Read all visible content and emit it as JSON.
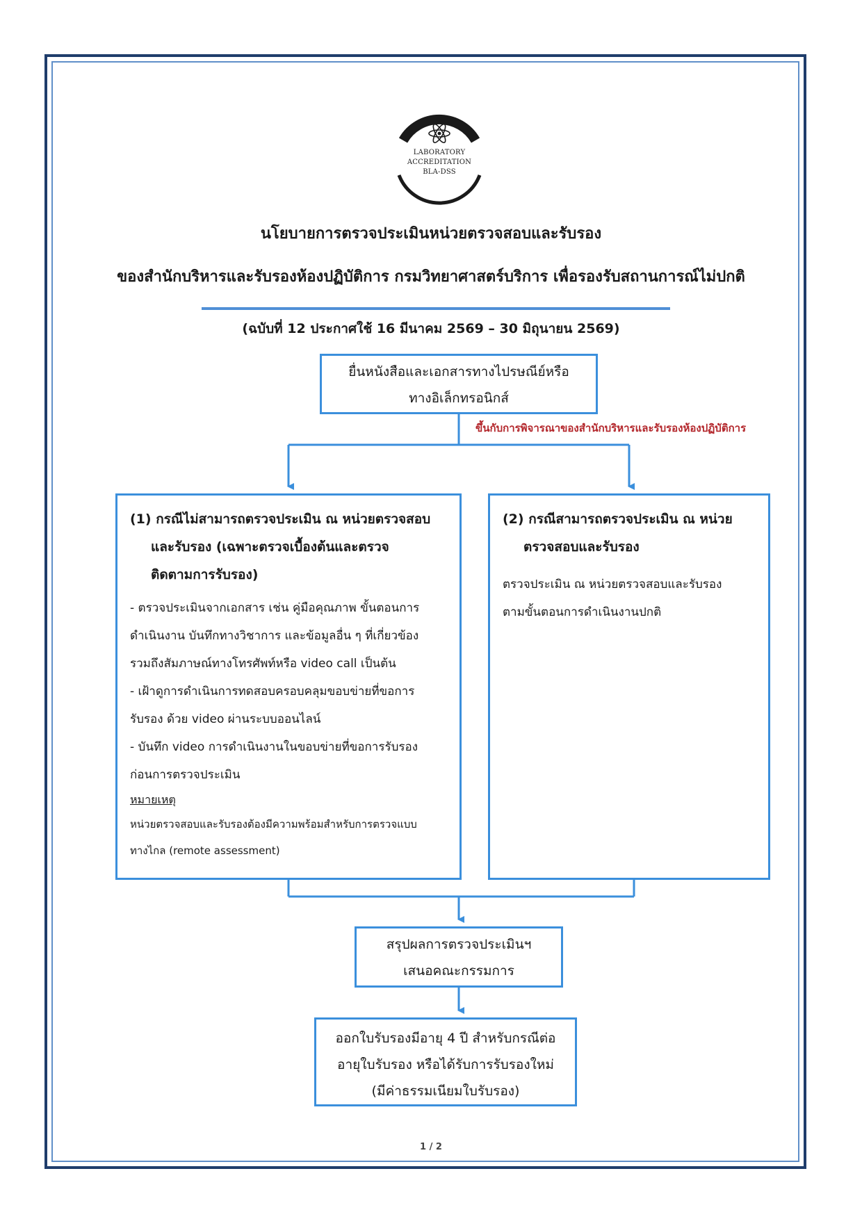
{
  "logo": {
    "line1": "LABORATORY ACCREDITATION",
    "line2": "BLA-DSS",
    "icon": "atom-icon"
  },
  "header": {
    "title_line1": "นโยบายการตรวจประเมินหน่วยตรวจสอบและรับรอง",
    "title_line2": "ของสำนักบริหารและรับรองห้องปฏิบัติการ กรมวิทยาศาสตร์บริการ เพื่อรองรับสถานการณ์ไม่ปกติ",
    "edition": "(ฉบับที่ 12 ประกาศใช้ 16 มีนาคม 2569 – 30 มิถุนายน 2569)"
  },
  "flow": {
    "submit": {
      "line1": "ยื่นหนังสือและเอกสารทางไปรษณีย์หรือ",
      "line2": "ทางอิเล็กทรอนิกส์"
    },
    "condition": "ขึ้นกับการพิจารณาของสำนักบริหารและรับรองห้องปฏิบัติการ",
    "case1": {
      "heading_line1": "(1) กรณีไม่สามารถตรวจประเมิน ณ หน่วยตรวจสอบ",
      "heading_line2": "และรับรอง (เฉพาะตรวจเบื้องต้นและตรวจ",
      "heading_line3": "ติดตามการรับรอง)",
      "body_lines": [
        "- ตรวจประเมินจากเอกสาร เช่น คู่มือคุณภาพ ขั้นตอนการ",
        "ดำเนินงาน บันทึกทางวิชาการ และข้อมูลอื่น ๆ ที่เกี่ยวข้อง",
        "รวมถึงสัมภาษณ์ทางโทรศัพท์หรือ video call เป็นต้น",
        "- เฝ้าดูการดำเนินการทดสอบครอบคลุมขอบข่ายที่ขอการ",
        "รับรอง ด้วย video ผ่านระบบออนไลน์",
        "- บันทึก video การดำเนินงานในขอบข่ายที่ขอการรับรอง",
        "ก่อนการตรวจประเมิน"
      ],
      "note_heading": "หมายเหตุ",
      "note_line1": "หน่วยตรวจสอบและรับรองต้องมีความพร้อมสำหรับการตรวจแบบ",
      "note_line2": "ทางไกล (remote assessment)"
    },
    "case2": {
      "heading_line1": "(2) กรณีสามารถตรวจประเมิน ณ หน่วย",
      "heading_line2": "ตรวจสอบและรับรอง",
      "body_line1": "ตรวจประเมิน ณ หน่วยตรวจสอบและรับรอง",
      "body_line2": "ตามขั้นตอนการดำเนินงานปกติ"
    },
    "summary": {
      "line1": "สรุปผลการตรวจประเมินฯ",
      "line2": "เสนอคณะกรรมการ"
    },
    "certificate": {
      "line1": "ออกใบรับรองมีอายุ 4 ปี สำหรับกรณีต่อ",
      "line2": "อายุใบรับรอง หรือได้รับการรับรองใหม่",
      "line3": "(มีค่าธรรมเนียมใบรับรอง)"
    }
  },
  "footer": {
    "page": "1 / 2"
  },
  "colors": {
    "flow_blue": "#3b8fdc",
    "frame_navy": "#1f3d6b",
    "condition_red": "#b3262b"
  }
}
